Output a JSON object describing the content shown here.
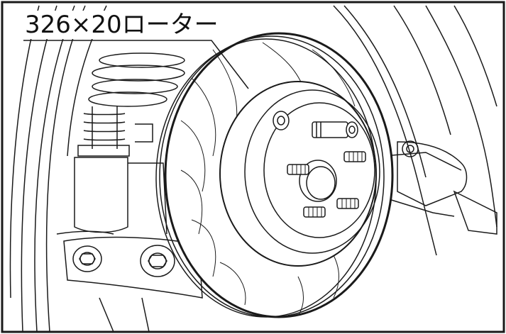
{
  "caption": {
    "label": "326×20ローター"
  },
  "colors": {
    "line": "#1a1a1a",
    "background": "#ffffff"
  },
  "icons": {
    "rotor": "brake-rotor-drawing",
    "spring": "coil-spring-drawing",
    "studs": "wheel-stud-drawing"
  }
}
